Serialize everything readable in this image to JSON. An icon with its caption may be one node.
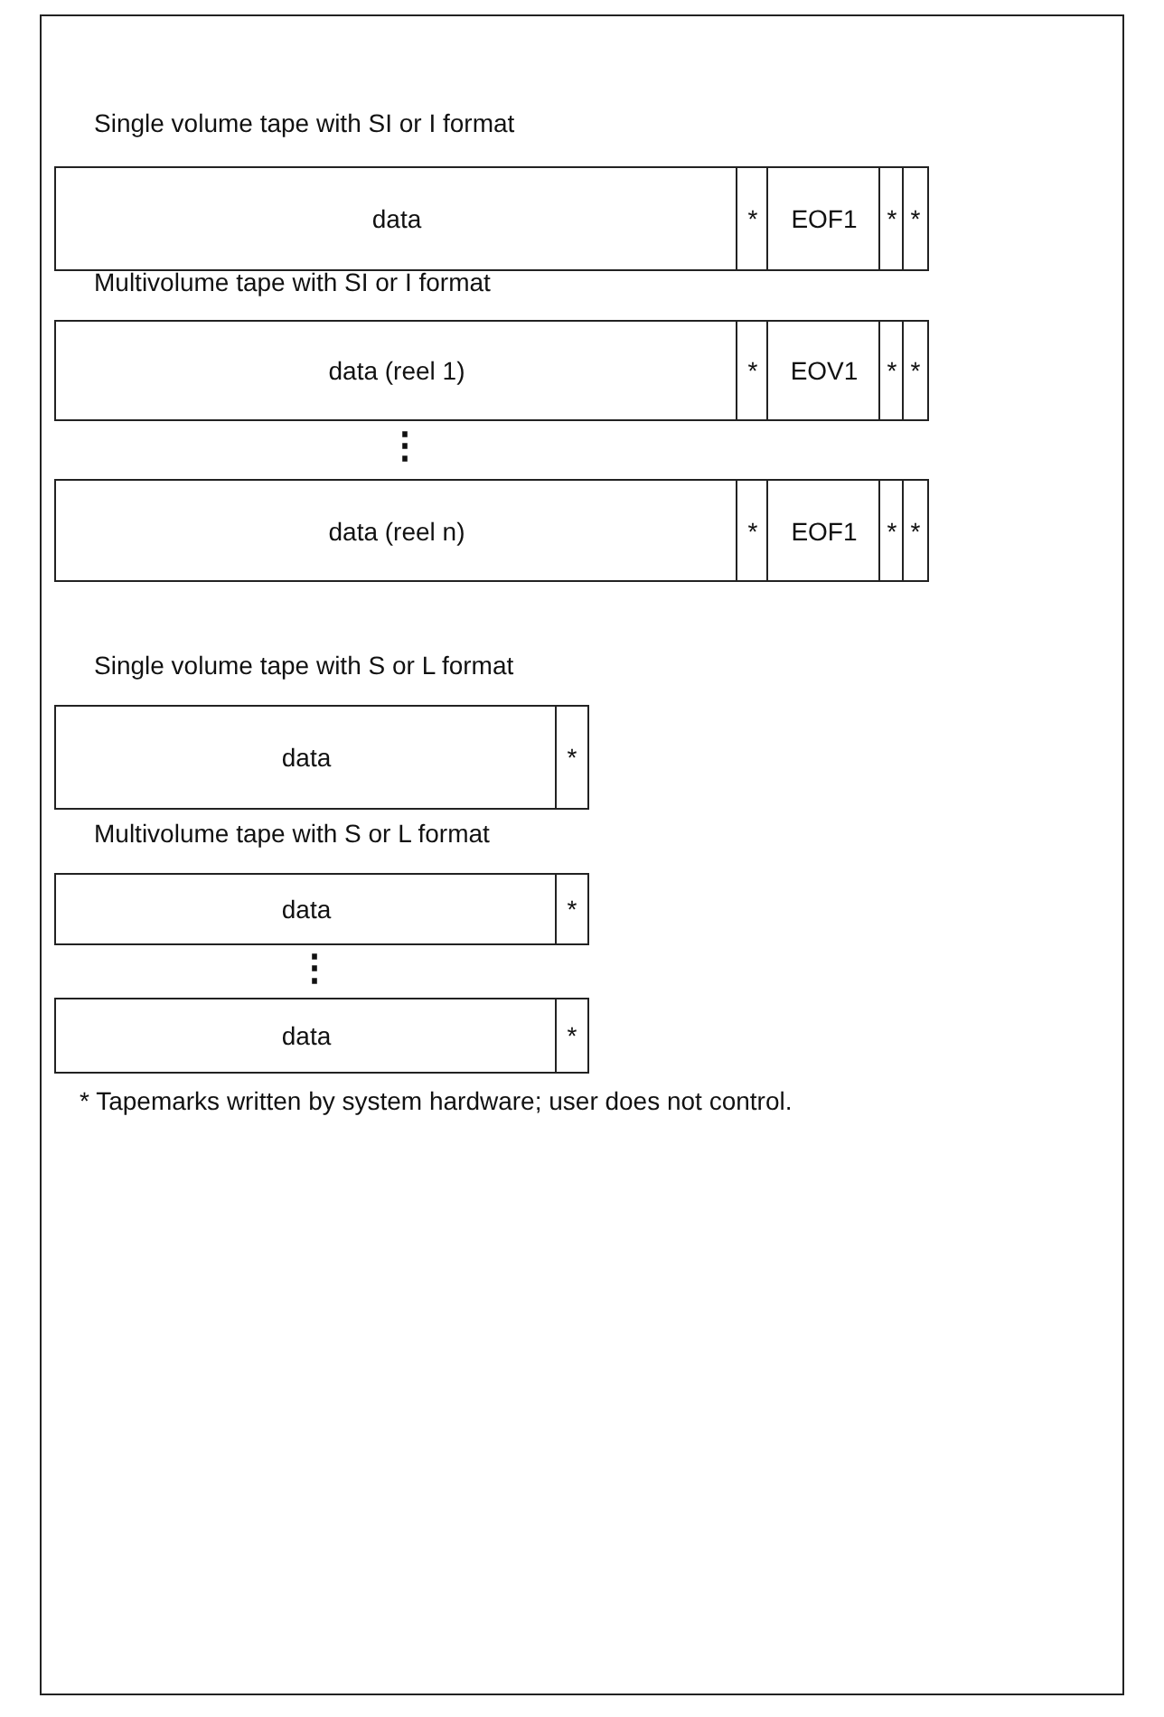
{
  "diagram": {
    "nodes": [
      {
        "text": [
          "data"
        ]
      },
      {
        "text": [
          "*"
        ]
      },
      {
        "text": [
          "EOF1"
        ]
      },
      {
        "text": [
          "*"
        ]
      },
      {
        "text": [
          "*"
        ]
      },
      {
        "text": [
          "data (reel 1)"
        ]
      },
      {
        "text": [
          "*"
        ]
      },
      {
        "text": [
          "EOV1"
        ]
      },
      {
        "text": [
          "*"
        ]
      },
      {
        "text": [
          "*"
        ]
      },
      {
        "text": [
          "data (reel n)"
        ]
      },
      {
        "text": [
          "*"
        ]
      },
      {
        "text": [
          "EOF1"
        ]
      },
      {
        "text": [
          "*"
        ]
      },
      {
        "text": [
          "*"
        ]
      },
      {
        "text": [
          "data"
        ]
      },
      {
        "text": [
          "*"
        ]
      },
      {
        "text": [
          "data"
        ]
      },
      {
        "text": [
          "*"
        ]
      },
      {
        "text": [
          "data"
        ]
      },
      {
        "text": [
          "*"
        ]
      }
    ],
    "labels": [
      "Single volume tape with SI or I format",
      "Multivolume tape with SI or I format",
      "⋮",
      "Single volume tape with S or L format",
      "Multivolume tape with S or L format",
      "⋮",
      "* Tapemarks written by system hardware; user does not control."
    ]
  }
}
